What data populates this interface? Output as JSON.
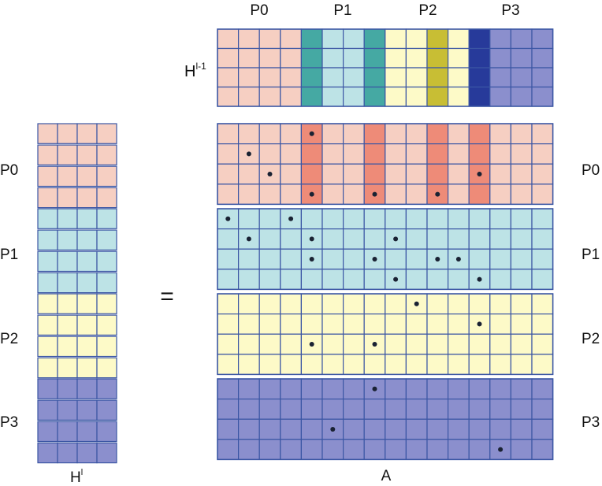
{
  "labels": {
    "top_partitions": [
      "P0",
      "P1",
      "P2",
      "P3"
    ],
    "left_partitions": [
      "P0",
      "P1",
      "P2",
      "P3"
    ],
    "right_partitions": [
      "P0",
      "P1",
      "P2",
      "P3"
    ],
    "equals": "=",
    "h_prev_base": "H",
    "h_prev_sup": "l-1",
    "h_cur_base": "H",
    "h_cur_sup": "l",
    "a_label": "A"
  },
  "colors": {
    "grid_stroke": "#3b56a4",
    "dot": "#1a2233",
    "p0": "#f6cfc2",
    "p1": "#bde3e6",
    "p2": "#fdfac8",
    "p3": "#8b8fcd",
    "p1_highlight": "#45a9a3",
    "p2_highlight": "#c8be34",
    "p3_highlight": "#273a9a",
    "a_highlight": "#ee8b78"
  },
  "matrix_prev": {
    "rows": 4,
    "cols": 16,
    "col_colors": [
      "p0",
      "p0",
      "p0",
      "p0",
      "p1_highlight",
      "p1",
      "p1",
      "p1_highlight",
      "p2",
      "p2",
      "p2_highlight",
      "p2",
      "p3_highlight",
      "p3",
      "p3",
      "p3"
    ]
  },
  "matrix_cur": {
    "blocks": [
      "p0",
      "p1",
      "p2",
      "p3"
    ],
    "rows_per_block": 4,
    "cols": 4
  },
  "matrix_a": {
    "blocks": [
      {
        "color": "p0",
        "highlight_cols": [
          4,
          7,
          10,
          12
        ],
        "dots": [
          [
            0,
            4
          ],
          [
            1,
            1
          ],
          [
            2,
            2
          ],
          [
            2,
            12
          ],
          [
            3,
            4
          ],
          [
            3,
            7
          ],
          [
            3,
            10
          ]
        ]
      },
      {
        "color": "p1",
        "highlight_cols": [],
        "dots": [
          [
            0,
            0
          ],
          [
            0,
            3
          ],
          [
            1,
            1
          ],
          [
            1,
            4
          ],
          [
            1,
            8
          ],
          [
            2,
            4
          ],
          [
            2,
            7
          ],
          [
            2,
            10
          ],
          [
            2,
            11
          ],
          [
            3,
            8
          ],
          [
            3,
            12
          ]
        ]
      },
      {
        "color": "p2",
        "highlight_cols": [],
        "dots": [
          [
            0,
            9
          ],
          [
            1,
            12
          ],
          [
            2,
            4
          ],
          [
            2,
            7
          ]
        ]
      },
      {
        "color": "p3",
        "highlight_cols": [],
        "dots": [
          [
            0,
            7
          ],
          [
            2,
            5
          ],
          [
            3,
            13
          ]
        ]
      }
    ],
    "cols": 16
  }
}
